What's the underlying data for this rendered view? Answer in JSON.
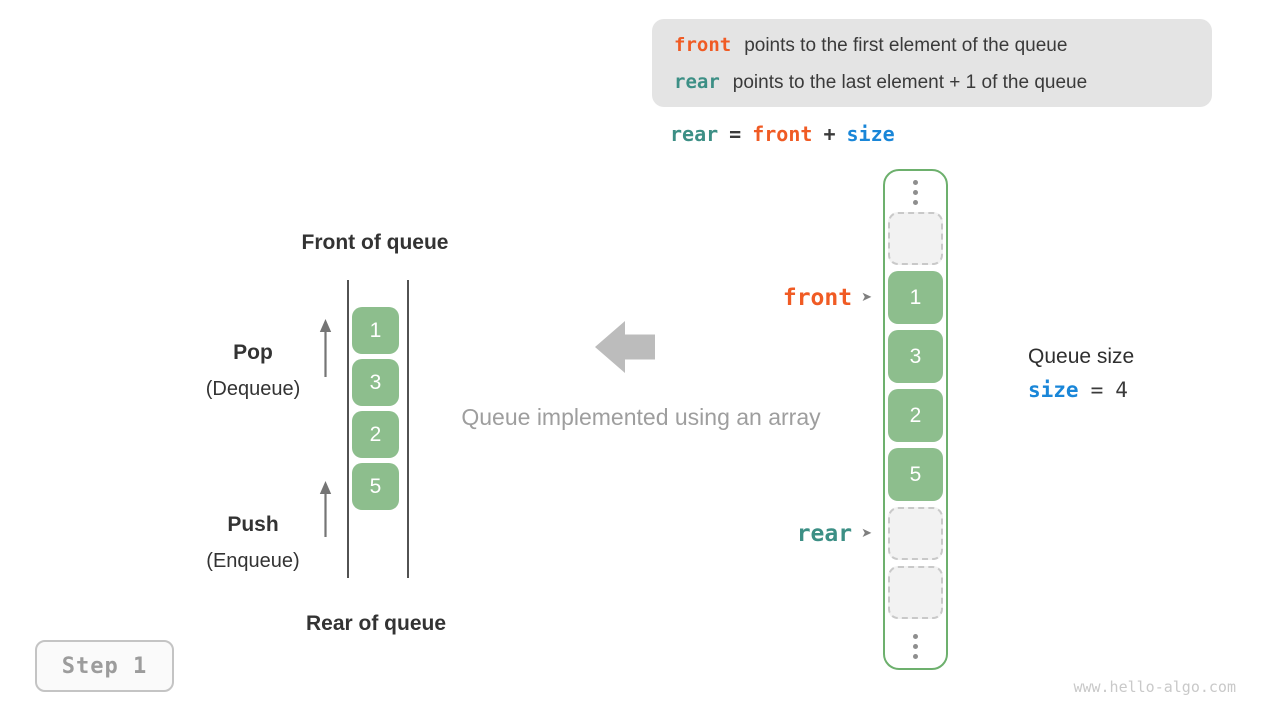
{
  "colors": {
    "orange": "#f05b24",
    "teal": "#3c8f85",
    "blue": "#1986d8",
    "dark": "#3a3a3a",
    "green_fill": "#8dbe8d",
    "green_border": "#6db06d",
    "gray_arrow": "#bcbcbc"
  },
  "info_box": {
    "lines": [
      {
        "keyword": "front",
        "keyword_color": "#f05b24",
        "text": "points to the first element of the queue"
      },
      {
        "keyword": "rear",
        "keyword_color": "#3c8f85",
        "text": "points to the last element + 1 of the queue"
      }
    ]
  },
  "equation": {
    "tokens": [
      {
        "text": "rear",
        "color": "#3c8f85"
      },
      {
        "text": "=",
        "color": "#3a3a3a"
      },
      {
        "text": "front",
        "color": "#f05b24"
      },
      {
        "text": "+",
        "color": "#3a3a3a"
      },
      {
        "text": "size",
        "color": "#1986d8"
      }
    ]
  },
  "left_queue": {
    "front_label": "Front of queue",
    "rear_label": "Rear of queue",
    "pop_label": "Pop",
    "pop_sublabel": "(Dequeue)",
    "push_label": "Push",
    "push_sublabel": "(Enqueue)",
    "values": [
      "1",
      "3",
      "2",
      "5"
    ]
  },
  "center": {
    "caption": "Queue implemented using an array"
  },
  "array_column": {
    "slots": [
      {
        "type": "empty",
        "value": ""
      },
      {
        "type": "filled",
        "value": "1"
      },
      {
        "type": "filled",
        "value": "3"
      },
      {
        "type": "filled",
        "value": "2"
      },
      {
        "type": "filled",
        "value": "5"
      },
      {
        "type": "empty",
        "value": ""
      },
      {
        "type": "empty",
        "value": ""
      }
    ],
    "pointers": {
      "front": {
        "label": "front",
        "color": "#f05b24"
      },
      "rear": {
        "label": "rear",
        "color": "#3c8f85"
      }
    },
    "pointer_arrow_glyph": "➤"
  },
  "size_panel": {
    "title": "Queue size",
    "var": "size",
    "equals": "=",
    "value": "4"
  },
  "step_badge": {
    "label": "Step 1"
  },
  "watermark": "www.hello-algo.com"
}
